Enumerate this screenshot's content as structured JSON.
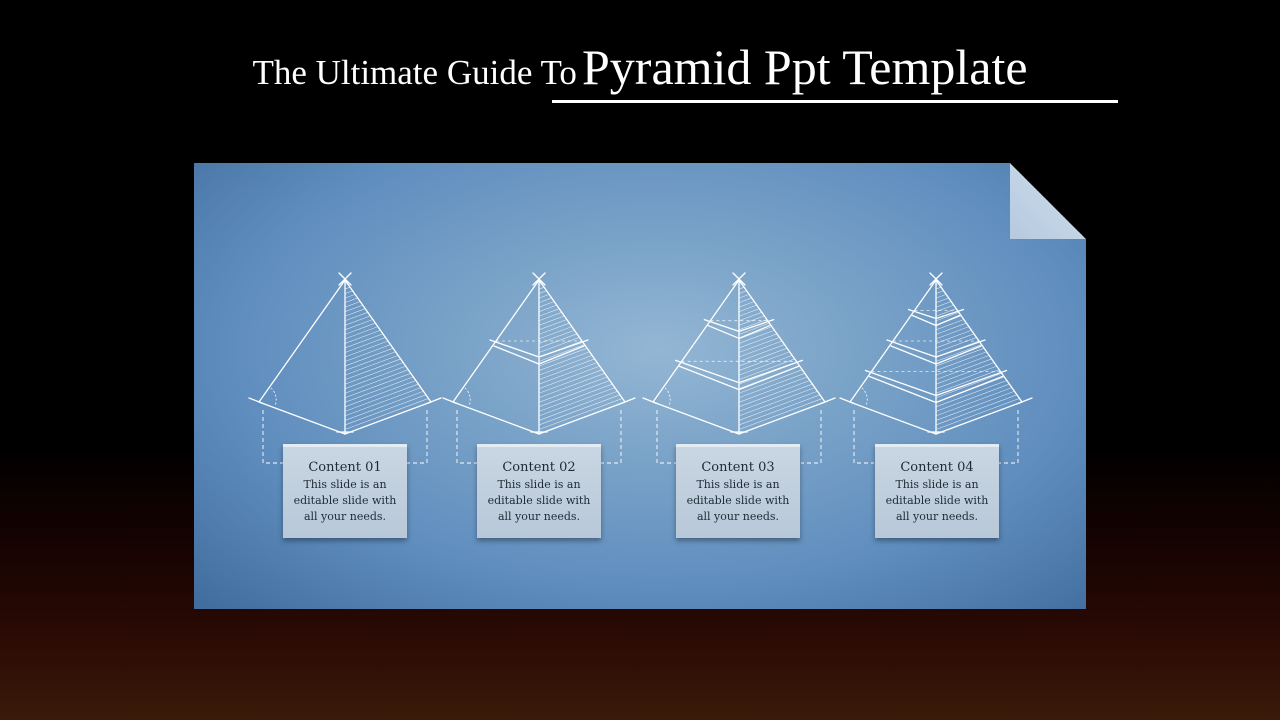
{
  "header": {
    "title_prefix": "The Ultimate Guide To",
    "title_main": "Pyramid Ppt Template"
  },
  "colors": {
    "background": "#000000",
    "board": "#6e98c4",
    "card": "#c2d0de",
    "line": "#ffffff"
  },
  "pyramids": [
    {
      "levels": 1,
      "title": "Content 01",
      "body": "This slide is an editable  slide with all your needs."
    },
    {
      "levels": 2,
      "title": "Content 02",
      "body": "This slide is an editable  slide with all your needs."
    },
    {
      "levels": 3,
      "title": "Content 03",
      "body": "This slide is an editable  slide with all your needs."
    },
    {
      "levels": 4,
      "title": "Content 04",
      "body": "This slide is an editable  slide with all your needs."
    }
  ]
}
